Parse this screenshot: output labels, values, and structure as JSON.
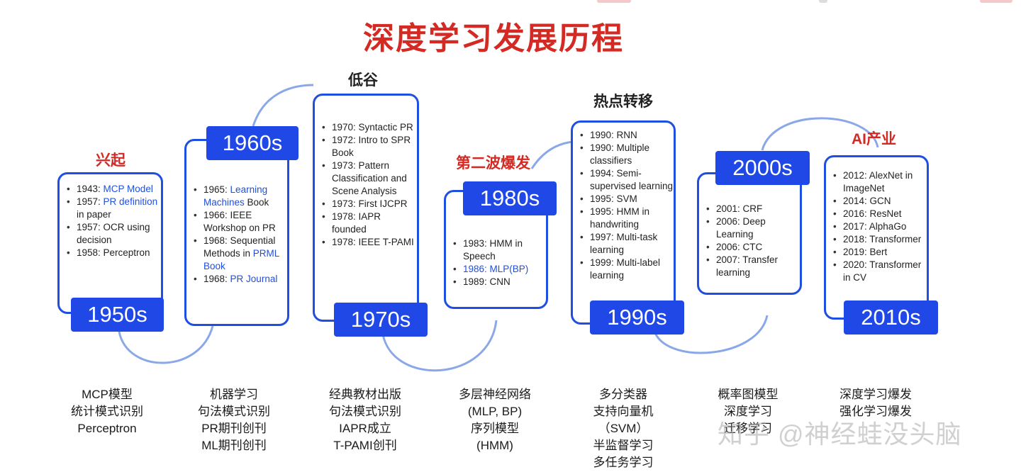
{
  "title": "深度学习发展历程",
  "phases": {
    "rise": "兴起",
    "trough": "低谷",
    "second_wave": "第二波爆发",
    "hotspot": "热点转移",
    "ai_industry": "AI产业"
  },
  "eras": {
    "e1950": "1950s",
    "e1960": "1960s",
    "e1970": "1970s",
    "e1980": "1980s",
    "e1990": "1990s",
    "e2000": "2000s",
    "e2010": "2010s"
  },
  "boxes": {
    "b1950": {
      "i1_pre": "1943: ",
      "i1_link": "MCP Model",
      "i2_pre": "1957: ",
      "i2_link": "PR definition",
      "i2_post": " in paper",
      "i3": "1957: OCR using decision",
      "i4": "1958: Perceptron"
    },
    "b1960": {
      "i1_pre": "1965: ",
      "i1_link": "Learning Machines",
      "i1_post": " Book",
      "i2": "1966: IEEE Workshop on PR",
      "i3_pre": "1968: Sequential Methods in ",
      "i3_link": "PRML Book",
      "i4_pre": "1968: ",
      "i4_link": "PR Journal"
    },
    "b1970": {
      "i1": "1970: Syntactic PR",
      "i2": "1972: Intro to SPR Book",
      "i3": "1973: Pattern Classification and Scene Analysis",
      "i4": "1973: First IJCPR",
      "i5": "1978: IAPR founded",
      "i6": "1978: IEEE T-PAMI"
    },
    "b1980": {
      "i1": "1983: HMM in Speech",
      "i2": "1986: MLP(BP)",
      "i3": "1989: CNN"
    },
    "b1990": {
      "i1": "1990: RNN",
      "i2": "1990: Multiple classifiers",
      "i3": "1994: Semi-supervised learning",
      "i4": "1995: SVM",
      "i5": "1995: HMM in handwriting",
      "i6": "1997: Multi-task learning",
      "i7": "1999: Multi-label learning"
    },
    "b2000": {
      "i1": "2001: CRF",
      "i2": "2006: Deep Learning",
      "i3": "2006: CTC",
      "i4": "2007: Transfer learning"
    },
    "b2010": {
      "i1": "2012: AlexNet in ImageNet",
      "i2": "2014: GCN",
      "i3": "2016: ResNet",
      "i4": "2017: AlphaGo",
      "i5": "2018: Transformer",
      "i6": "2019: Bert",
      "i7": "2020: Transformer in CV"
    }
  },
  "summaries": {
    "s1950": [
      "MCP模型",
      "统计模式识别",
      "Perceptron"
    ],
    "s1960": [
      "机器学习",
      "句法模式识别",
      "PR期刊创刊",
      "ML期刊创刊"
    ],
    "s1970": [
      "经典教材出版",
      "句法模式识别",
      "IAPR成立",
      "T-PAMI创刊"
    ],
    "s1980": [
      "多层神经网络",
      "(MLP, BP)",
      "序列模型",
      "(HMM)"
    ],
    "s1990": [
      "多分类器",
      "支持向量机",
      "（SVM）",
      "半监督学习",
      "多任务学习"
    ],
    "s2000": [
      "概率图模型",
      "深度学习",
      "迁移学习"
    ],
    "s2010": [
      "深度学习爆发",
      "强化学习爆发"
    ]
  },
  "watermark": "知乎 @神经蛙没头脑",
  "colors": {
    "accent_blue": "#1f48e6",
    "border_blue": "#1f4fe0",
    "connector_blue": "#8aa8e8",
    "title_red": "#d42a24"
  }
}
